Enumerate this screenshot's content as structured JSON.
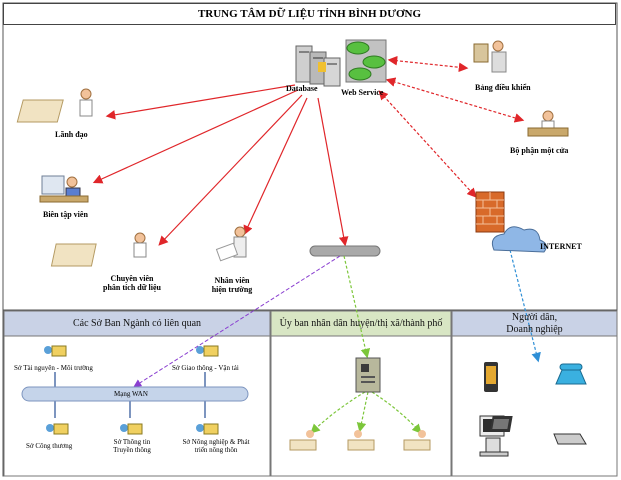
{
  "title": "TRUNG TÂM DỮ LIỆU TỈNH BÌNH DƯƠNG",
  "nodes": {
    "database": "Database",
    "web_service": "Web Service",
    "lanh_dao": "Lãnh đạo",
    "bien_tap_vien": "Biên tập viên",
    "chuyen_vien_line1": "Chuyên viên",
    "chuyen_vien_line2": "phân tích dữ liệu",
    "nhan_vien_line1": "Nhân viên",
    "nhan_vien_line2": "hiện trường",
    "bang_dieu_khien": "Bảng điều khiển",
    "bo_phan_mot_cua": "Bộ phận một cửa",
    "internet": "INTERNET"
  },
  "panels": {
    "so_ban_nganh": "Các Sở Ban Ngành có liên quan",
    "uy_ban": "Ủy ban nhân dân huyện/thị xã/thành phố",
    "nguoi_dan_line1": "Người dân,",
    "nguoi_dan_line2": "Doanh nghiệp"
  },
  "departments": {
    "tai_nguyen": "Sở Tài nguyên - Môi trường",
    "giao_thong": "Sở Giao thông - Vận tải",
    "mang_wan": "Mạng WAN",
    "cong_thuong": "Sở Công thương",
    "thong_tin_line1": "Sở Thông tin",
    "thong_tin_line2": "Truyền thông",
    "nong_nghiep_line1": "Sở Nông nghiệp & Phát",
    "nong_nghiep_line2": "triển nông thôn"
  },
  "colors": {
    "red_link": "#e0262a",
    "purple_link": "#8a3fd0",
    "green_link": "#7cc63a",
    "blue_link": "#2f8fd6",
    "panel_fill": "#c9d2e6",
    "bus_fill": "#c5d4ea"
  }
}
